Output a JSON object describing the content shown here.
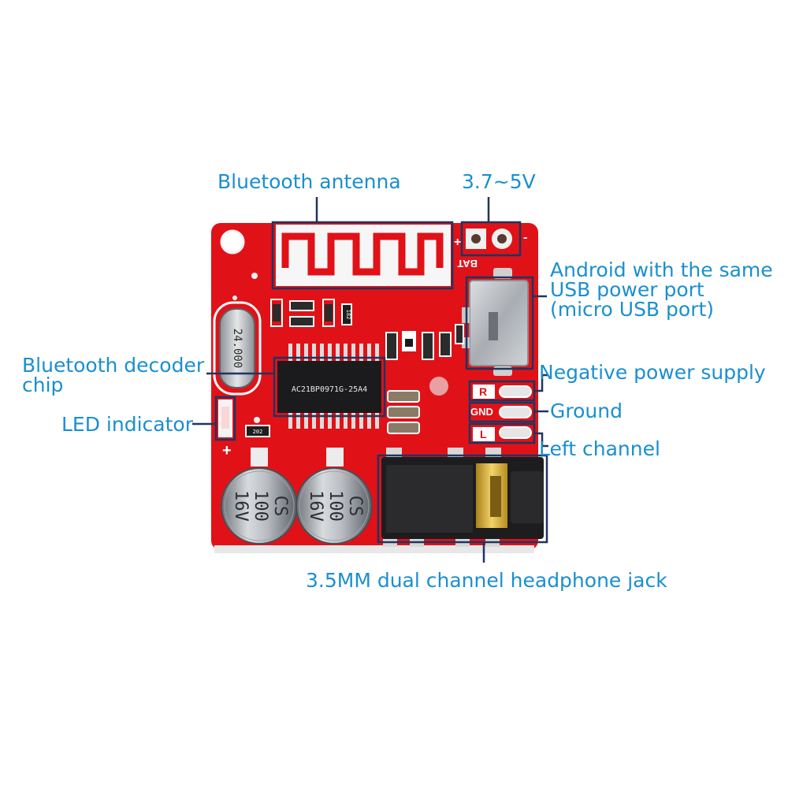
{
  "labels": {
    "bluetooth_antenna": "Bluetooth antenna",
    "voltage": "3.7~5V",
    "usb_line1": "Android with the same",
    "usb_line2": "USB power port",
    "usb_line3": "(micro USB port)",
    "decoder_line1": "Bluetooth decoder",
    "decoder_line2": "chip",
    "led_indicator": "LED indicator",
    "negative_power": "Negative power supply",
    "ground": "Ground",
    "left_channel": "Left channel",
    "headphone_jack": "3.5MM dual channel headphone jack"
  },
  "board": {
    "bat_label": "BAT",
    "plus_sign": "+",
    "minus_sign": "-",
    "pad_r": "R",
    "pad_gnd": "GND",
    "pad_l": "L",
    "led_plus": "+",
    "chip_marking": "AC21BP0971G-25A4",
    "crystal_marking": "24.000",
    "resistor_marking_1": "182",
    "resistor_marking_2": "202",
    "capacitor_1": {
      "line1": "CS",
      "line2": "100",
      "line3": "16V"
    },
    "capacitor_2": {
      "line1": "CS",
      "line2": "100",
      "line3": "16V"
    }
  },
  "colors": {
    "label_blue": "#1a8fd0",
    "callout_navy": "#1e3560",
    "pcb_red": "#e01218",
    "silkscreen": "#ffffff"
  }
}
